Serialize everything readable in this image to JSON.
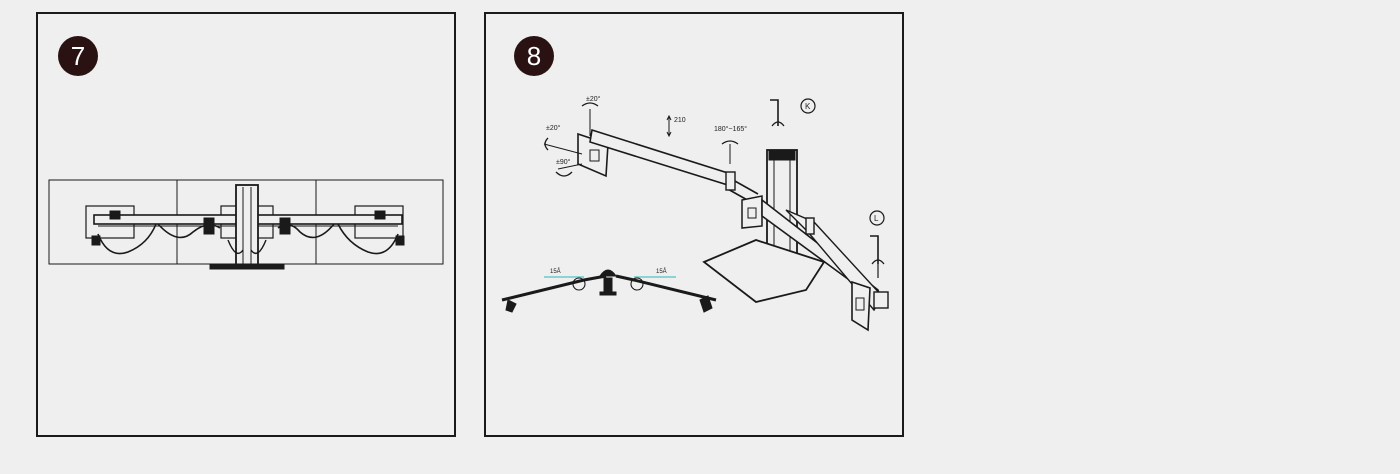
{
  "panel_7": {
    "step": "7"
  },
  "panel_8": {
    "step": "8",
    "labels": {
      "tilt_top": "±20°",
      "tilt_side": "±20°",
      "rotate": "±90°",
      "height": "210",
      "swivel": "180°~165°",
      "callout_k": "K",
      "callout_l": "L",
      "left_angle": "15Å",
      "right_angle": "15Å"
    }
  },
  "colors": {
    "badge": "#2a1212",
    "line": "#1a1a1a",
    "accent": "#4fc4c4"
  }
}
